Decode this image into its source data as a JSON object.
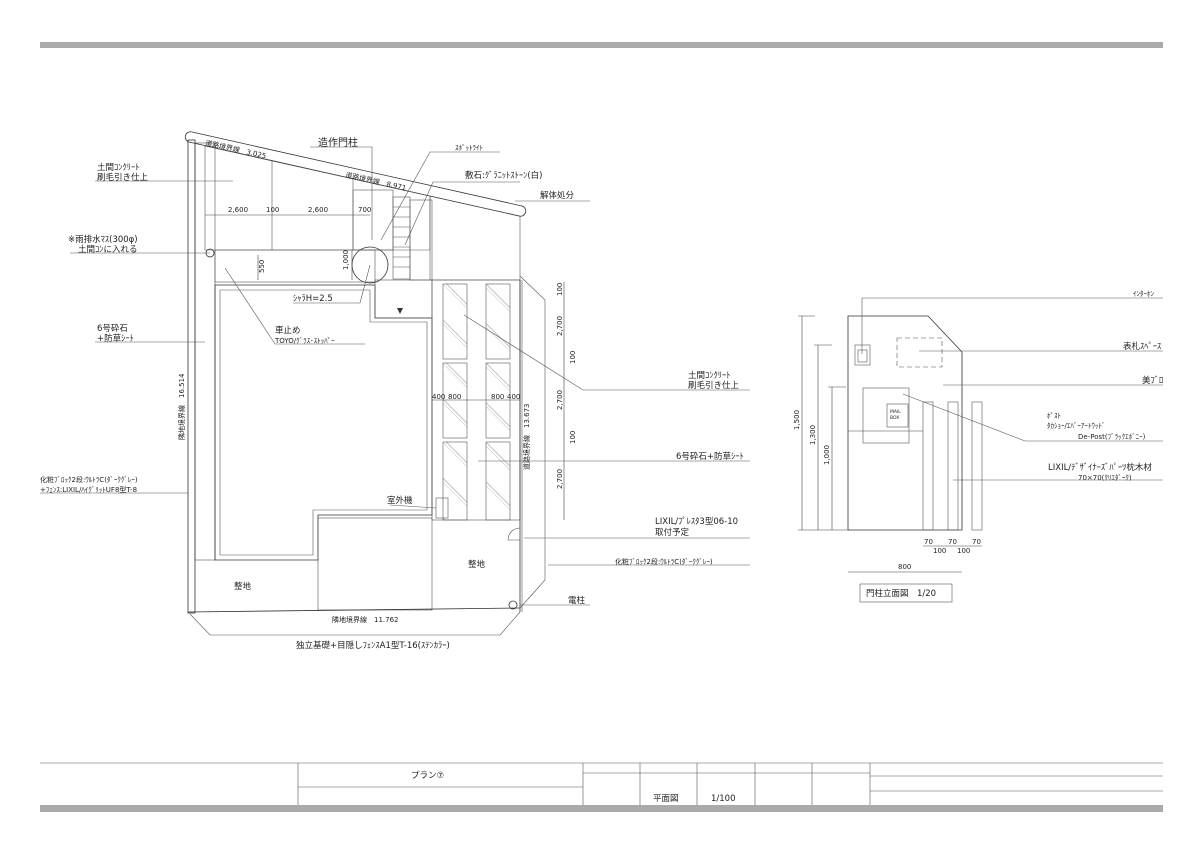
{
  "title_block": {
    "plan_name": "プラン⑦",
    "drawing_type": "平面図",
    "scale": "1/100"
  },
  "plan": {
    "road_boundary_1": "道路境界線　3.025",
    "road_boundary_2": "道路境界線　8.971",
    "road_boundary_right": "道路境界線　13.673",
    "neighbor_boundary_left": "隣地境界線　16.514",
    "neighbor_boundary_bottom": "隣地境界線　11.762",
    "gate_pillar": "造作門柱",
    "spotlight": "ｽﾎﾟｯﾄﾗｲﾄ",
    "paving_stone": "敷石:ｸﾞﾗﾆｯﾄｽﾄｰﾝ(白)",
    "demolition": "解体処分",
    "concrete_top": [
      "土間ｺﾝｸﾘｰﾄ",
      "刷毛引き仕上"
    ],
    "rain_drain": [
      "※雨排水ﾏｽ(300φ)",
      "土間ｺﾝに入れる"
    ],
    "gravel_left": [
      "6号砕石",
      "+防草ｼｰﾄ"
    ],
    "car_stop": [
      "車止め",
      "TOYO/ｸﾞﾗｽ･ｽﾄｯﾊﾟｰ"
    ],
    "shara_tree": "ｼｬﾗH=2.5",
    "block_fence_left": [
      "化粧ﾌﾞﾛｯｸ2段:ｳﾙﾄﾗC(ﾀﾞｰｸｸﾞﾚｰ)",
      "+ﾌｪﾝｽ:LIXIL/ﾊｲｸﾞﾘｯﾄUF8型T-8"
    ],
    "fence_bottom": "独立基礎+目隠しﾌｪﾝｽA1型T-16(ｽﾃﾝｶﾗｰ)",
    "concrete_right": [
      "土間ｺﾝｸﾘｰﾄ",
      "刷毛引き仕上"
    ],
    "gravel_right": "6号砕石+防草ｼｰﾄ",
    "outdoor_unit": "室外機",
    "gate": [
      "LIXIL/ﾌﾟﾚｽﾀ3型06-10",
      "取付予定"
    ],
    "block_right": "化粧ﾌﾞﾛｯｸ2段:ｳﾙﾄﾗC(ﾀﾞｰｸｸﾞﾚｰ)",
    "utility_pole": "電柱",
    "grading_left": "整地",
    "grading_right": "整地",
    "dims_top": [
      "2,600",
      "100",
      "2,600",
      "700"
    ],
    "dim_circle": "1,000",
    "dim_strip": "550",
    "dims_right": [
      "100",
      "2,700",
      "100",
      "2,700",
      "100",
      "2,700"
    ],
    "dims_slab": [
      "400",
      "800",
      "800",
      "400"
    ]
  },
  "elevation": {
    "title": "門柱立面図　1/20",
    "intercom": "ｲﾝﾀｰﾎﾝ",
    "nameplate": "表札ｽﾍﾟｰｽ",
    "block": "美ﾌﾞﾛ",
    "post": [
      "ﾎﾟｽﾄ",
      "ﾀｶｼｮｰ/ｴﾊﾞｰｱｰﾄｳｯﾄﾞ",
      "De-Post(ﾌﾞﾗｯｸｴﾎﾞﾆｰ)"
    ],
    "sleeper": [
      "LIXIL/ﾃﾞｻﾞｲﾅｰｽﾞﾊﾟｰﾂ枕木材",
      "70×70(ｸﾘｴﾀﾞｰｸ)"
    ],
    "mailbox": [
      "MAIL",
      "BOX"
    ],
    "dims_height": [
      "1,500",
      "1,300",
      "1,000"
    ],
    "dim_width": "800",
    "dims_posts": [
      "70",
      "100",
      "70",
      "100",
      "70"
    ]
  }
}
